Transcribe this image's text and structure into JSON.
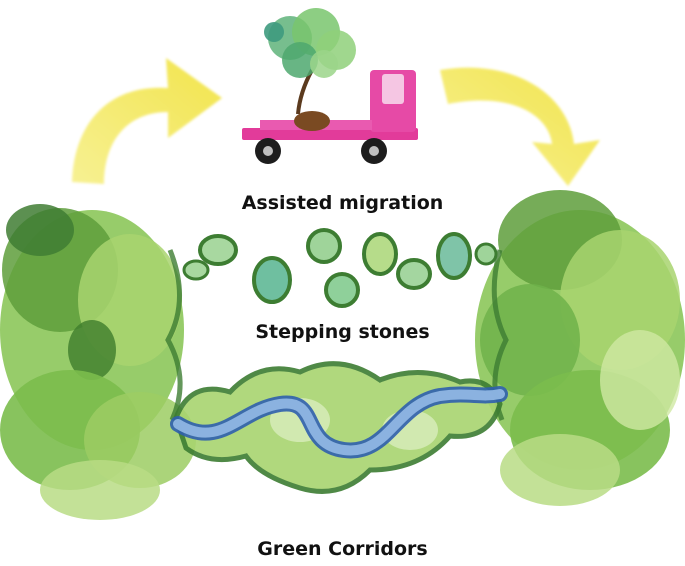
{
  "labels": {
    "assisted_migration": "Assisted migration",
    "stepping_stones": "Stepping stones",
    "green_corridors": "Green Corridors"
  },
  "icons": [
    "curved-arrow-icon",
    "truck-icon",
    "tree-icon",
    "stepping-stone-patch",
    "forest-patch",
    "river-icon"
  ],
  "colors": {
    "arrow": "#f3e64d",
    "truck": "#e63d9e",
    "forest_dark": "#3d7d32",
    "forest_mid": "#7cbd4a",
    "forest_light": "#a9d36b",
    "river": "#6f9fd6",
    "river_edge": "#2f5fae"
  }
}
